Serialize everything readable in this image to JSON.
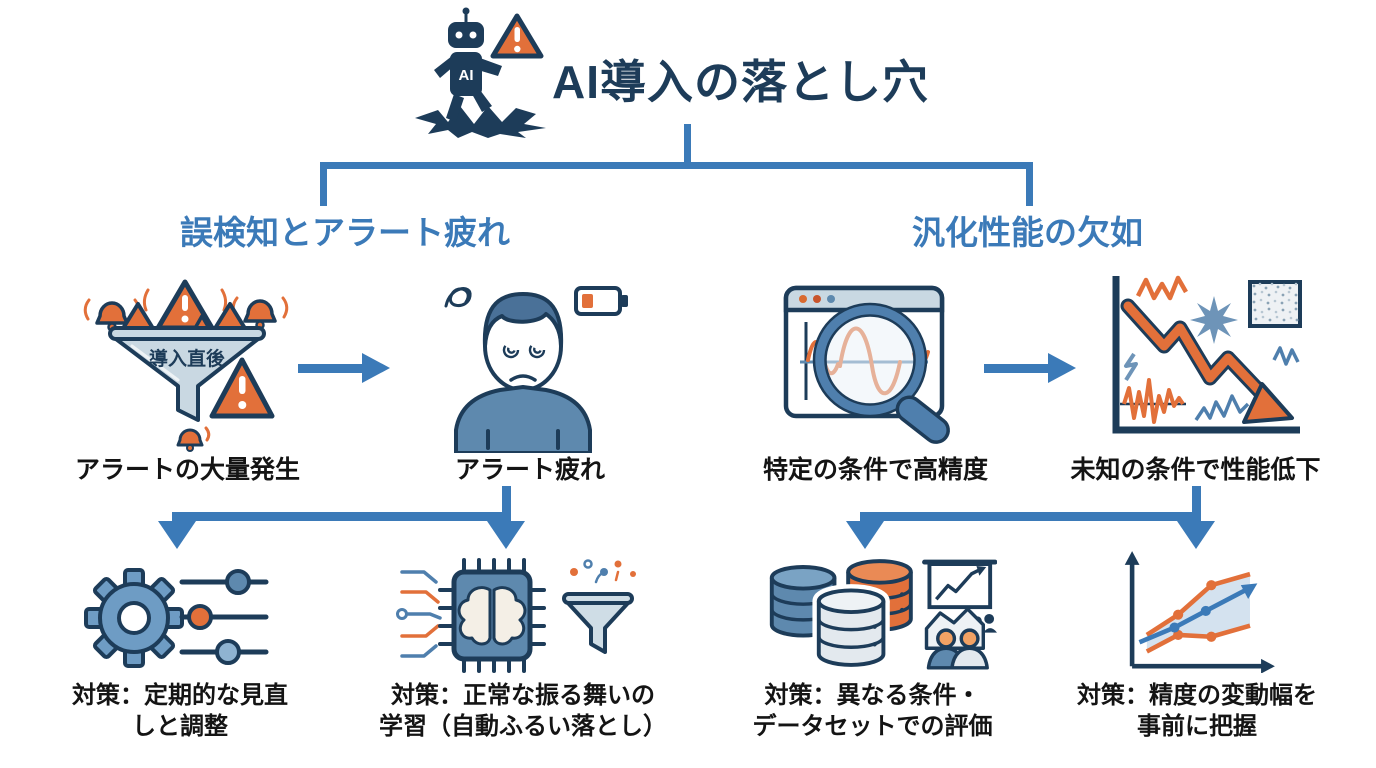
{
  "title": "AI導入の落とし穴",
  "robot_badge": "AI",
  "funnel_text": "導入直後",
  "left": {
    "header": "誤検知とアラート疲れ",
    "node1_label": "アラートの大量発生",
    "node2_label": "アラート疲れ",
    "cm1_line1": "対策：定期的な見直",
    "cm1_line2": "しと調整",
    "cm2_line1": "対策：正常な振る舞いの",
    "cm2_line2": "学習（自動ふるい落とし）"
  },
  "right": {
    "header": "汎化性能の欠如",
    "node1_label": "特定の条件で高精度",
    "node2_label": "未知の条件で性能低下",
    "cm1_line1": "対策：異なる条件・",
    "cm1_line2": "データセットでの評価",
    "cm2_line1": "対策：精度の変動幅を",
    "cm2_line2": "事前に把握"
  },
  "colors": {
    "navy": "#1d3c59",
    "blue": "#3b7ab8",
    "orange": "#e2703a",
    "steel": "#5e89ae",
    "pale_blue": "#c9d8e2",
    "label_text": "#141414"
  }
}
